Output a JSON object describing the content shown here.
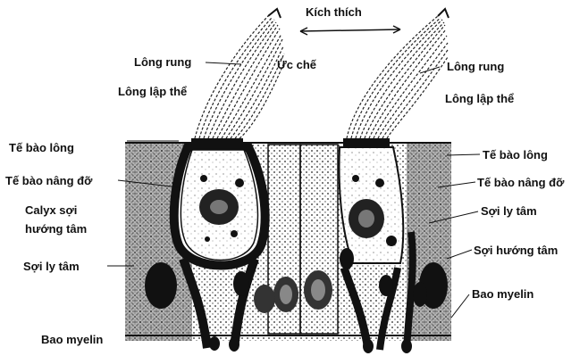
{
  "diagram": {
    "stimulus": "Kích thích",
    "inhibition": "Ức chế",
    "left": {
      "hair_bundle": "Lông rung",
      "stereocilia": "Lông lập thể",
      "hair_cell": "Tế bào lông",
      "supporting_cell": "Tế bào nâng đỡ",
      "calyx_line1": "Calyx sợi",
      "calyx_line2": "hướng tâm",
      "efferent_fiber": "Sợi ly tâm",
      "myelin": "Bao myelin"
    },
    "right": {
      "hair_bundle": "Lông rung",
      "stereocilia": "Lông lập thể",
      "hair_cell": "Tế bào lông",
      "supporting_cell": "Tế bào nâng đỡ",
      "efferent_fiber": "Sợi ly tâm",
      "afferent_fiber": "Sợi hướng tâm",
      "myelin": "Bao myelin"
    }
  }
}
